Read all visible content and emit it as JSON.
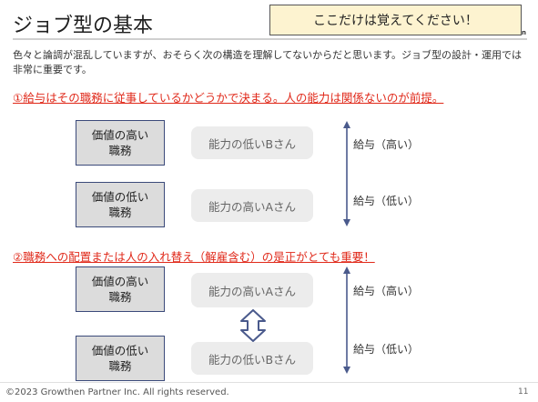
{
  "slide": {
    "title": "ジョブ型の基本",
    "callout": "ここだけは覚えてください！",
    "brand_fragment": "n",
    "intro": "色々と論調が混乱していますが、おそらく次の構造を理解してないからだと思います。ジョブ型の設計・運用では非常に重要です。",
    "section1": {
      "heading": "①給与はその職務に従事しているかどうかで決まる。人の能力は関係ないのが前提。",
      "rows": [
        {
          "job_line1": "価値の高い",
          "job_line2": "職務",
          "person": "能力の低いBさん",
          "pay": "給与（高い）"
        },
        {
          "job_line1": "価値の低い",
          "job_line2": "職務",
          "person": "能力の高いAさん",
          "pay": "給与（低い）"
        }
      ]
    },
    "section2": {
      "heading": "②職務への配置または人の入れ替え（解雇含む）の是正がとても重要！",
      "rows": [
        {
          "job_line1": "価値の高い",
          "job_line2": "職務",
          "person": "能力の高いAさん",
          "pay": "給与（高い）"
        },
        {
          "job_line1": "価値の低い",
          "job_line2": "職務",
          "person": "能力の低いBさん",
          "pay": "給与（低い）"
        }
      ]
    },
    "footer": "©2023  Growthen Partner Inc. All rights reserved.",
    "page_number": "11"
  },
  "colors": {
    "accent_red": "#e0291a",
    "job_box_fill": "#dcdcdc",
    "job_box_border": "#3b4a7a",
    "callout_fill": "#fdf3d0",
    "arrow": "#4a5a8c"
  },
  "icons": [
    "vertical-double-arrow-icon",
    "swap-double-arrow-icon"
  ]
}
